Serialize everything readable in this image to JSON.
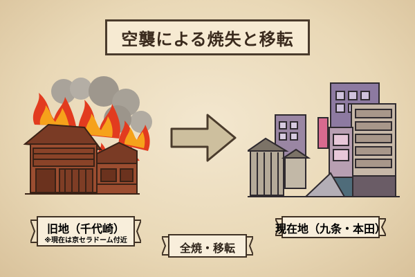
{
  "title": "空襲による焼失と移転",
  "old_site": {
    "label": "旧地（千代崎）",
    "note": "※現在は京セラドーム付近"
  },
  "new_site": {
    "label": "現在地（九条・本田）"
  },
  "center_caption": "全焼・移転",
  "icons": [
    "burning-houses-illustration",
    "right-arrow-icon",
    "city-street-illustration"
  ]
}
